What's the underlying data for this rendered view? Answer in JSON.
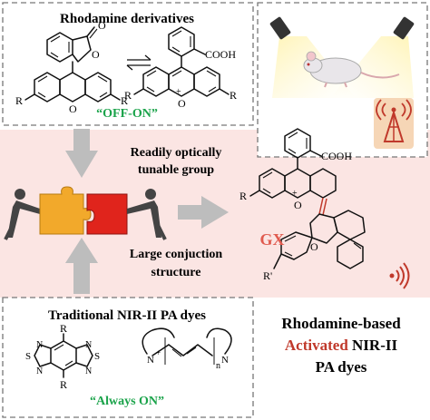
{
  "panels": {
    "top_left": {
      "title": "Rhodamine derivatives",
      "switch_label": "“OFF-ON”",
      "atom_labels": {
        "carbonyl_o": "O",
        "ring_o": "O",
        "cooh": "COOH",
        "r_left": "R",
        "r_right": "R",
        "r_left2": "R",
        "r_right2": "R",
        "oxonium": "O",
        "plus": "+"
      }
    },
    "middle": {
      "label_top_line1": "Readily optically",
      "label_top_line2": "tunable group",
      "label_bottom_line1": "Large conjuction",
      "label_bottom_line2": "structure"
    },
    "bottom_left": {
      "title": "Traditional NIR-II PA dyes",
      "switch_label": "“Always ON”",
      "atom_labels": {
        "r_top": "R",
        "r_bottom": "R",
        "s_left": "S",
        "s_right": "S",
        "n1": "N",
        "n2": "N",
        "n3": "N",
        "n4": "N",
        "n_plus": "N",
        "plus": "+",
        "n_right": "N",
        "sub_n": "n"
      }
    },
    "right": {
      "gx_label": "GX",
      "atom_labels": {
        "cooh": "COOH",
        "r": "R",
        "oxonium": "O",
        "plus": "+",
        "o_bottom": "O",
        "r_prime": "R'"
      },
      "conclusion_line1": "Rhodamine-based",
      "conclusion_activated": "Activated",
      "conclusion_nir": "NIR-II",
      "conclusion_line3": "PA dyes"
    }
  },
  "icons": [
    "spotlight-icon",
    "mouse-icon",
    "antenna-icon",
    "puzzle-icon",
    "signal-waves-icon",
    "arrow-icon"
  ],
  "colors": {
    "accent_green": "#1aa34a",
    "accent_red": "#c0392b",
    "gx_red": "#e05a4e",
    "puzzle_orange": "#f2a92b",
    "puzzle_red": "#e0241c",
    "band_pink": "#fbe5e3",
    "dashed": "#777777",
    "arrow_gray": "#bdbdbd"
  }
}
